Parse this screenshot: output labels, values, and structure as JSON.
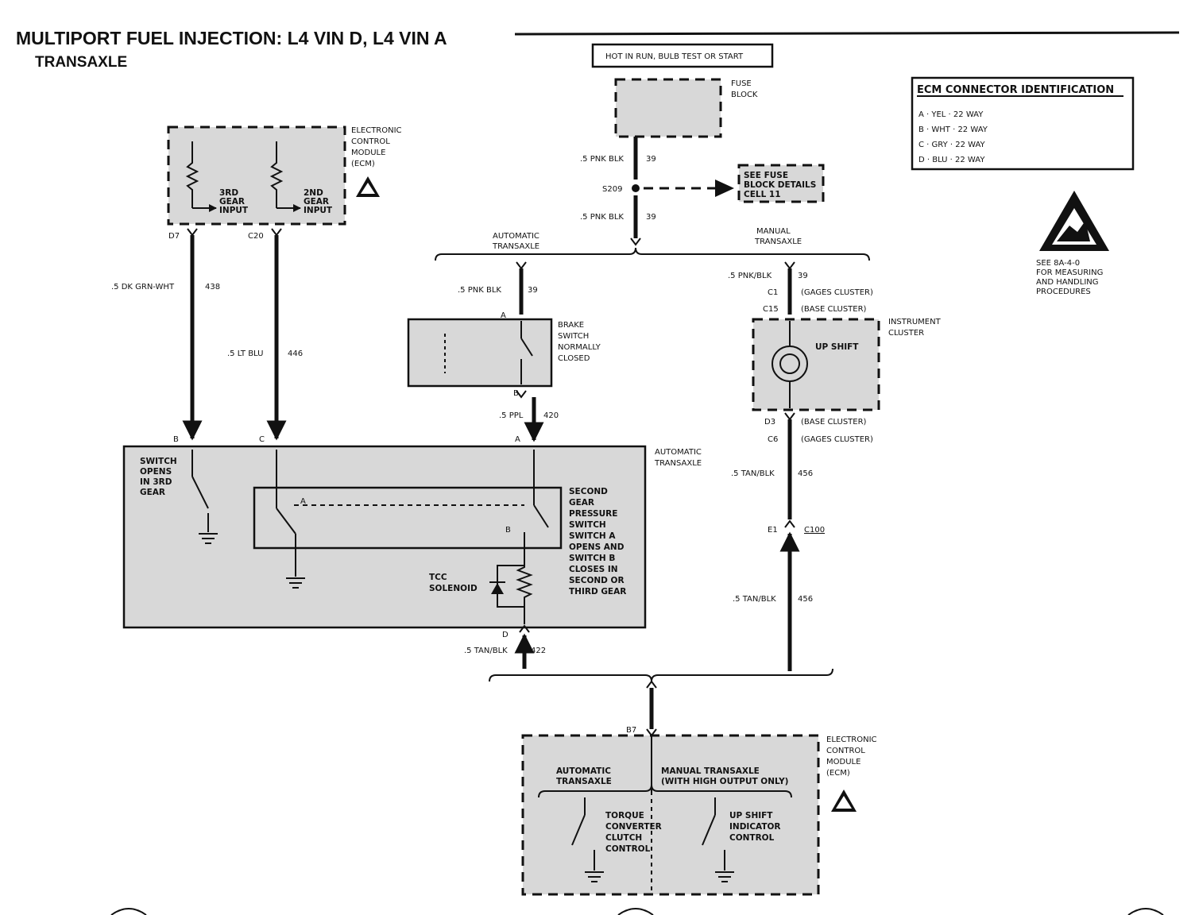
{
  "header": {
    "title": "MULTIPORT FUEL INJECTION:  L4 VIN D, L4 VIN A",
    "subtitle": "TRANSAXLE"
  },
  "power_note": "HOT IN RUN, BULB TEST OR START",
  "fuse_block": {
    "line1": "FUSE",
    "line2": "BLOCK"
  },
  "ecm_connector_id": {
    "title": "ECM CONNECTOR IDENTIFICATION",
    "rows": [
      "A · YEL · 22 WAY",
      "B · WHT · 22 WAY",
      "C · GRY · 22 WAY",
      "D · BLU · 22 WAY"
    ]
  },
  "esd_note": {
    "line1": "SEE 8A-4-0",
    "line2": "FOR MEASURING",
    "line3": "AND HANDLING",
    "line4": "PROCEDURES"
  },
  "ecm_top": {
    "label1": "ELECTRONIC",
    "label2": "CONTROL",
    "label3": "MODULE",
    "label4": "(ECM)",
    "input1a": "3RD",
    "input1b": "GEAR",
    "input1c": "INPUT",
    "input2a": "2ND",
    "input2b": "GEAR",
    "input2c": "INPUT",
    "pin1": "D7",
    "pin2": "C20"
  },
  "wires": {
    "w438": {
      "gauge": ".5 DK GRN-WHT",
      "circuit": "438"
    },
    "w446": {
      "gauge": ".5 LT BLU",
      "circuit": "446"
    },
    "w39a": {
      "gauge": ".5 PNK BLK",
      "circuit": "39"
    },
    "w39b": {
      "gauge": ".5 PNK BLK",
      "circuit": "39"
    },
    "w39c": {
      "gauge": ".5 PNK BLK",
      "circuit": "39"
    },
    "w39d": {
      "gauge": ".5 PNK/BLK",
      "circuit": "39"
    },
    "w420": {
      "gauge": ".5 PPL",
      "circuit": "420"
    },
    "w456a": {
      "gauge": ".5 TAN/BLK",
      "circuit": "456"
    },
    "w456b": {
      "gauge": ".5 TAN/BLK",
      "circuit": "456"
    },
    "w422": {
      "gauge": ".5 TAN/BLK",
      "circuit": "422"
    }
  },
  "splice": {
    "name": "S209",
    "ref1": "SEE FUSE",
    "ref2": "BLOCK DETAILS",
    "ref3": "CELL 11"
  },
  "branches": {
    "auto1": "AUTOMATIC",
    "auto2": "TRANSAXLE",
    "man1": "MANUAL",
    "man2": "TRANSAXLE"
  },
  "brake_switch": {
    "l1": "BRAKE",
    "l2": "SWITCH",
    "l3": "NORMALLY",
    "l4": "CLOSED",
    "pinA": "A",
    "pinB": "B"
  },
  "instrument_cluster": {
    "l1": "INSTRUMENT",
    "l2": "CLUSTER",
    "c1": "C1",
    "c1n": "(GAGES CLUSTER)",
    "c15": "C15",
    "c15n": "(BASE CLUSTER)",
    "d3": "D3",
    "d3n": "(BASE CLUSTER)",
    "c6": "C6",
    "c6n": "(GAGES CLUSTER)",
    "lamp": "UP SHIFT"
  },
  "connector_c100": {
    "pin": "E1",
    "name": "C100"
  },
  "auto_transaxle": {
    "l1": "AUTOMATIC",
    "l2": "TRANSAXLE",
    "pinB": "B",
    "pinC": "C",
    "pinA": "A",
    "pinD": "D",
    "sw3": [
      "SWITCH",
      "OPENS",
      "IN 3RD",
      "GEAR"
    ],
    "sw2": [
      "SECOND",
      "GEAR",
      "PRESSURE",
      "SWITCH",
      "SWITCH A",
      "OPENS AND",
      "SWITCH B",
      "CLOSES IN",
      "SECOND OR",
      "THIRD GEAR"
    ],
    "swA": "A",
    "swB": "B",
    "tcc1": "TCC",
    "tcc2": "SOLENOID"
  },
  "ecm_bottom": {
    "pin": "B7",
    "label1": "ELECTRONIC",
    "label2": "CONTROL",
    "label3": "MODULE",
    "label4": "(ECM)",
    "auto1": "AUTOMATIC",
    "auto2": "TRANSAXLE",
    "man1": "MANUAL TRANSAXLE",
    "man2": "(WITH HIGH OUTPUT ONLY)",
    "tcc1": "TORQUE",
    "tcc2": "CONVERTER",
    "tcc3": "CLUTCH",
    "tcc4": "CONTROL",
    "usi1": "UP SHIFT",
    "usi2": "INDICATOR",
    "usi3": "CONTROL"
  }
}
